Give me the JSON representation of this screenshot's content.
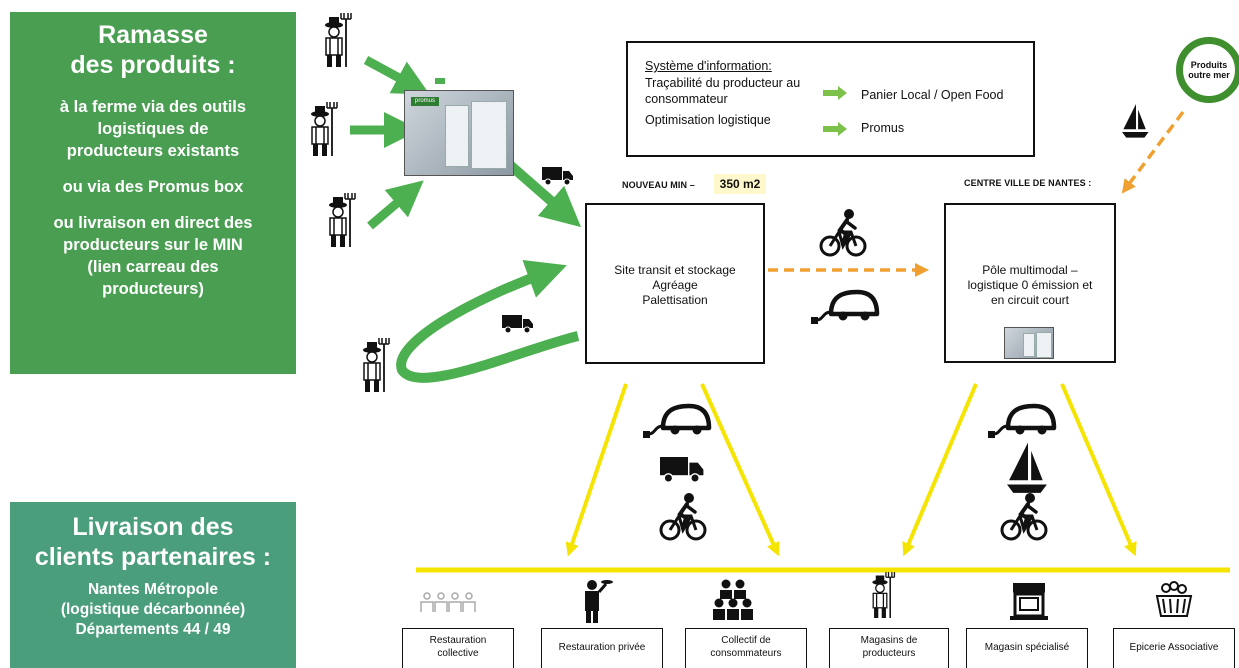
{
  "pickup_box": {
    "title_line1": "Ramasse",
    "title_line2": "des produits :",
    "line1": "à la ferme via des outils",
    "line2": "logistiques de",
    "line3": "producteurs existants",
    "line4": "ou via des Promus box",
    "line5": "ou livraison en direct des",
    "line6": "producteurs sur le MIN",
    "line7": "(lien carreau des",
    "line8": "producteurs)"
  },
  "delivery_box": {
    "title_line1": "Livraison des",
    "title_line2": "clients partenaires :",
    "line1": "Nantes Métropole",
    "line2": "(logistique décarbonnée)",
    "line3": "Départements 44 / 49"
  },
  "info_system": {
    "heading": "Système d'information:",
    "row1_left_a": "Traçabilité du producteur au",
    "row1_left_b": "consommateur",
    "row1_right": "Panier Local / Open Food",
    "row2_left": "Optimisation logistique",
    "row2_right": "Promus"
  },
  "min_node": {
    "caption": "NOUVEAU MIN –",
    "area": "350 m2",
    "line1": "Site transit et stockage",
    "line2": "Agréage",
    "line3": "Palettisation"
  },
  "city_node": {
    "caption": "CENTRE VILLE DE NANTES :",
    "line1": "Pôle multimodal –",
    "line2": "logistique 0 émission et",
    "line3": "en circuit court"
  },
  "overseas": {
    "line1": "Produits",
    "line2": "outre mer"
  },
  "photo_label": "promus",
  "destinations": [
    {
      "line1": "Restauration",
      "line2": "collective"
    },
    {
      "line1": "Restauration privée",
      "line2": ""
    },
    {
      "line1": "Collectif de",
      "line2": "consommateurs"
    },
    {
      "line1": "Magasins de",
      "line2": "producteurs"
    },
    {
      "line1": "Magasin spécialisé",
      "line2": ""
    },
    {
      "line1": "Epicerie Associative",
      "line2": ""
    }
  ],
  "colors": {
    "pickup_green": "#4a9e52",
    "delivery_green": "#4a9e7c",
    "arrow_green": "#4caf50",
    "yellow": "#f5e300",
    "orange_dashed": "#f0a030",
    "circle_green": "#3f8f2e"
  },
  "icons": [
    "farmer-icon",
    "truck-icon",
    "bicycle-icon",
    "electric-car-icon",
    "sailboat-icon",
    "handtruck-icon",
    "computer-icon",
    "box-icon",
    "waiter-icon",
    "people-group-icon",
    "shop-icon",
    "basket-icon",
    "collective-dining-icon"
  ]
}
